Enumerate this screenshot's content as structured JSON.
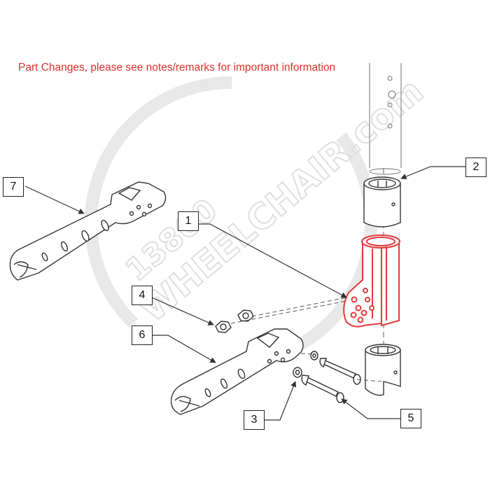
{
  "notice": "Part Changes, please see notes/remarks for important information",
  "watermark": {
    "line1": "13800",
    "line2": "WHEELCHAIR.com"
  },
  "callouts": [
    "1",
    "2",
    "3",
    "4",
    "5",
    "6",
    "7"
  ],
  "colors": {
    "notice": "#e0302a",
    "highlight_part": "#e03a3a",
    "line": "#333333",
    "watermark": "#e4e4e4"
  }
}
